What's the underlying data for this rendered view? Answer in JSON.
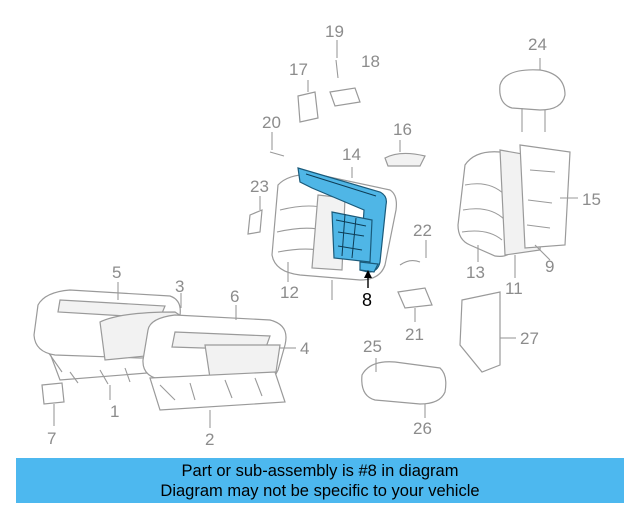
{
  "diagram": {
    "highlighted_part": "8",
    "callouts": [
      "1",
      "2",
      "3",
      "4",
      "5",
      "6",
      "7",
      "8",
      "9",
      "11",
      "12",
      "13",
      "14",
      "15",
      "16",
      "17",
      "18",
      "19",
      "20",
      "21",
      "22",
      "23",
      "24",
      "25",
      "26",
      "27"
    ],
    "colors": {
      "highlight": "#4fb6e6",
      "banner": "#4db8ef",
      "linework": "#9a9a9a"
    }
  },
  "banner": {
    "line1": "Part or sub-assembly is #8 in diagram",
    "line2": "Diagram may not be specific to your vehicle"
  }
}
